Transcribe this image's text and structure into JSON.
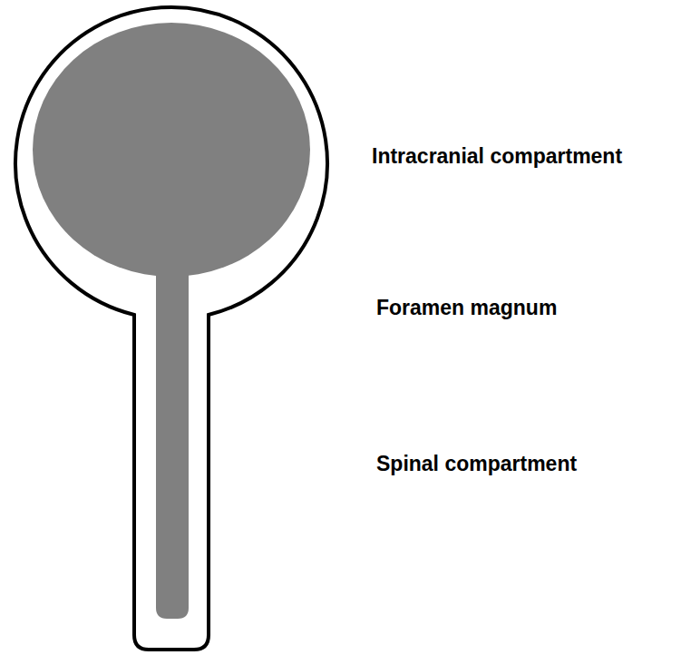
{
  "diagram": {
    "labels": [
      "Intracranial compartment",
      "Foramen magnum",
      "Spinal compartment"
    ]
  }
}
